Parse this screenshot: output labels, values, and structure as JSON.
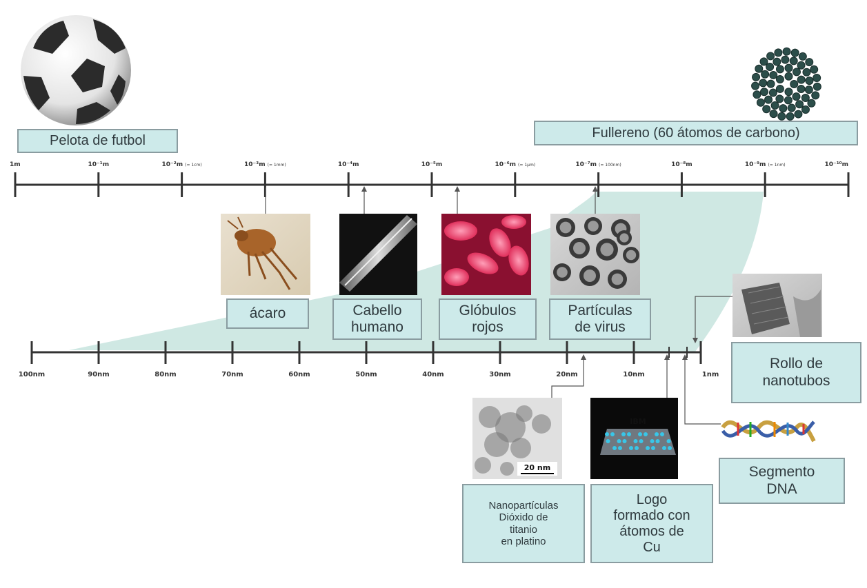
{
  "labels": {
    "ball": "Pelota de futbol",
    "fullerene": "Fullereno (60 átomos de carbono)",
    "mite": "ácaro",
    "hair": "Cabello\nhumano",
    "blood": "Glóbulos\nrojos",
    "virus": "Partículas\nde virus",
    "nanotubes": "Rollo de\nnanotubos",
    "dna": "Segmento\nDNA",
    "tio2": "Nanopartículas\nDióxido de\ntitanio\nen platino",
    "ibm": "Logo\nformado con\nátomos de\nCu"
  },
  "top_scale": [
    {
      "exp": "1m",
      "note": ""
    },
    {
      "exp": "10⁻¹m",
      "note": ""
    },
    {
      "exp": "10⁻²m",
      "note": "(= 1cm)"
    },
    {
      "exp": "10⁻³m",
      "note": "(= 1mm)"
    },
    {
      "exp": "10⁻⁴m",
      "note": ""
    },
    {
      "exp": "10⁻⁵m",
      "note": ""
    },
    {
      "exp": "10⁻⁶m",
      "note": "(= 1µm)"
    },
    {
      "exp": "10⁻⁷m",
      "note": "(= 100nm)"
    },
    {
      "exp": "10⁻⁸m",
      "note": ""
    },
    {
      "exp": "10⁻⁹m",
      "note": "(= 1nm)"
    },
    {
      "exp": "10⁻¹⁰m",
      "note": ""
    }
  ],
  "bottom_scale": [
    "100nm",
    "90nm",
    "80nm",
    "70nm",
    "60nm",
    "50nm",
    "40nm",
    "30nm",
    "20nm",
    "10nm",
    "1nm"
  ],
  "photo_captions": {
    "tio2_scale": "20 nm",
    "ibm_logo": "IBM"
  },
  "colors": {
    "label_fill": "#cdeaea",
    "band_fill": "#cfe8e3",
    "axis": "#333333"
  }
}
